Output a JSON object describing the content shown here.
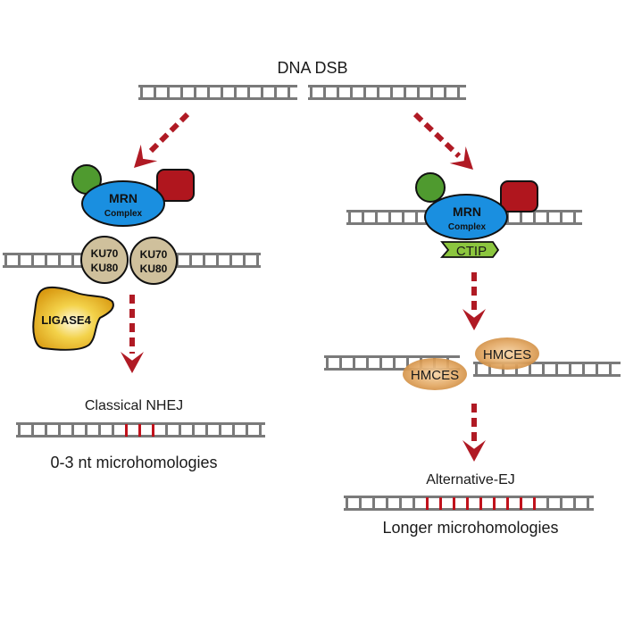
{
  "title": "DNA DSB",
  "colors": {
    "dna": "#7a7a7a",
    "arrow": "#b01a24",
    "mrn_blue": "#1a8fe0",
    "green": "#4f9a2f",
    "red_box": "#b0161e",
    "ku": "#cfc09c",
    "ctip": "#8cc63f",
    "hmces": "#d99a52",
    "ligase": "#e8b21a",
    "micro": "#c0121c"
  },
  "left_pathway": {
    "mrn_label": "MRN",
    "mrn_sub": "Complex",
    "ku_complexes": [
      {
        "line1": "KU70",
        "line2": "KU80"
      },
      {
        "line1": "KU70",
        "line2": "KU80"
      }
    ],
    "ligase_label": "LIGASE4",
    "outcome_label": "Classical NHEJ",
    "outcome_desc": "0-3 nt microhomologies",
    "microhomology_count": 3
  },
  "right_pathway": {
    "mrn_label": "MRN",
    "mrn_sub": "Complex",
    "ctip_label": "CTIP",
    "hmces_labels": [
      "HMCES",
      "HMCES"
    ],
    "outcome_label": "Alternative-EJ",
    "outcome_desc": "Longer microhomologies",
    "microhomology_count": 9
  }
}
